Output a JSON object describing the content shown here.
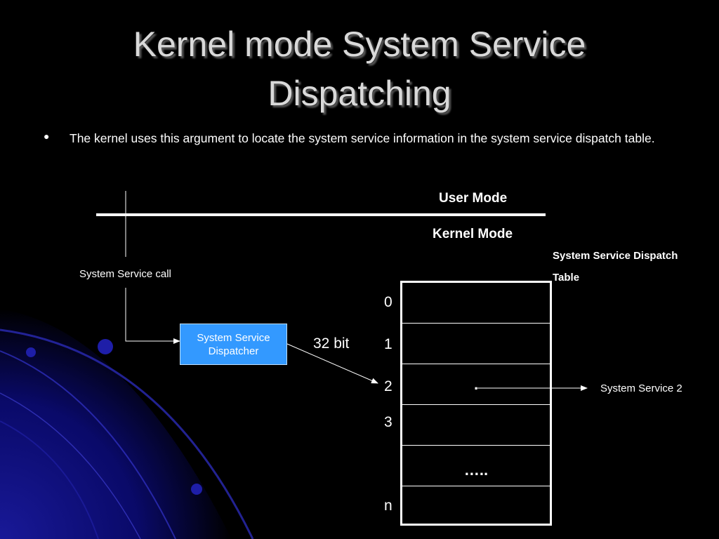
{
  "slide": {
    "title_line1": "Kernel mode System Service",
    "title_line2": "Dispatching",
    "bullet": "The kernel uses this argument to locate the system service information in the system service dispatch table."
  },
  "diagram": {
    "user_mode": "User Mode",
    "kernel_mode": "Kernel Mode",
    "call_label": "System Service call",
    "dispatcher_line1": "System Service",
    "dispatcher_line2": "Dispatcher",
    "bit_label": "32 bit",
    "table_title_line1": "System Service Dispatch",
    "table_title_line2": "Table",
    "indices": [
      "0",
      "1",
      "2",
      "3",
      "n"
    ],
    "row2_mark": ".",
    "row5_mark": "…..",
    "target_label": "System Service 2"
  }
}
